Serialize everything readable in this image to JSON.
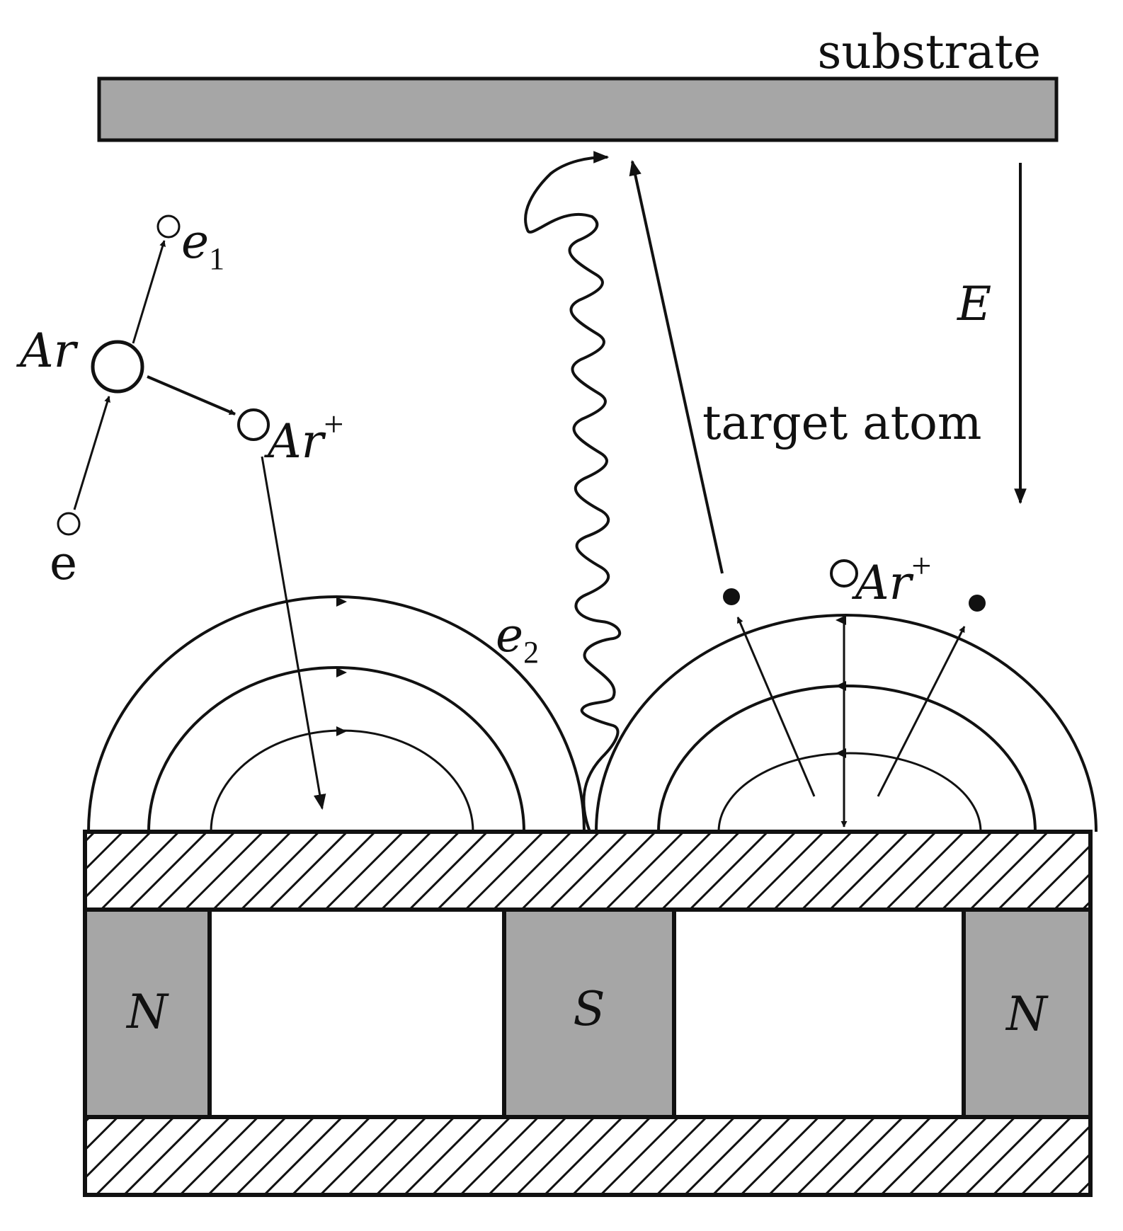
{
  "labels": {
    "substrate": "substrate",
    "e_field_letter": "E",
    "target_atom": "target atom",
    "ar_atom": "Ar",
    "electron_in": "e",
    "e1_base": "e",
    "e1_sub": "1",
    "ar_ion_base": "Ar",
    "ar_ion_sup": "+",
    "ar_ion2_base": "Ar",
    "ar_ion2_sup": "+",
    "e2_base": "e",
    "e2_sub": "2",
    "magnet_left": "N",
    "magnet_center": "S",
    "magnet_right": "N"
  },
  "colors": {
    "substrate_fill": "#a6a6a6",
    "magnet_fill": "#a6a6a6",
    "line": "#111111",
    "background": "#ffffff"
  }
}
